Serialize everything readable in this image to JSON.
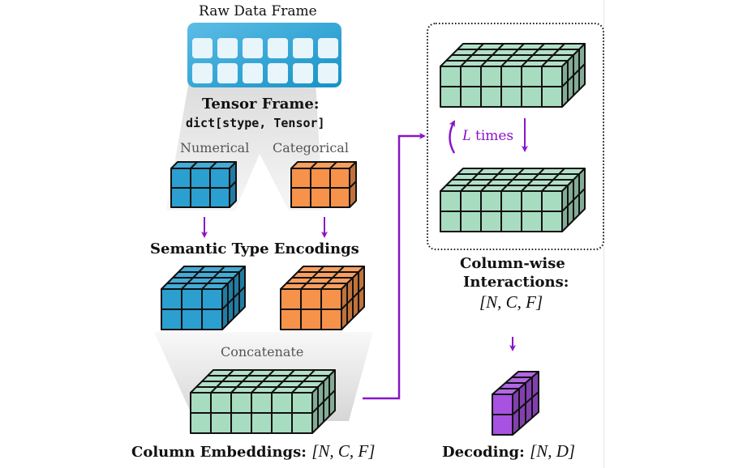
{
  "diagram": {
    "raw_data_frame": {
      "title": "Raw Data Frame",
      "rows": 2,
      "cols": 6
    },
    "tensor_frame": {
      "title": "Tensor Frame:",
      "type": "dict[stype, Tensor]"
    },
    "stypes": [
      {
        "label": "Numerical",
        "color": "#2a9fd0"
      },
      {
        "label": "Categorical",
        "color": "#f7924a"
      }
    ],
    "semantic_encodings": {
      "title": "Semantic Type Encodings"
    },
    "concatenate": {
      "label": "Concatenate"
    },
    "column_embeddings": {
      "title": "Column Embeddings:",
      "shape": "[N, C, F]"
    },
    "interactions": {
      "loop_label_var": "L",
      "loop_label_text": "times",
      "title_line1": "Column-wise",
      "title_line2": "Interactions:",
      "shape": "[N, C, F]"
    },
    "decoding": {
      "title": "Decoding:",
      "shape": "[N, D]",
      "color": "#a752e0"
    },
    "colors": {
      "embedding": "#a8dcc0",
      "arrow": "#8a14c8",
      "raw_frame": "#1f9ccf"
    }
  }
}
